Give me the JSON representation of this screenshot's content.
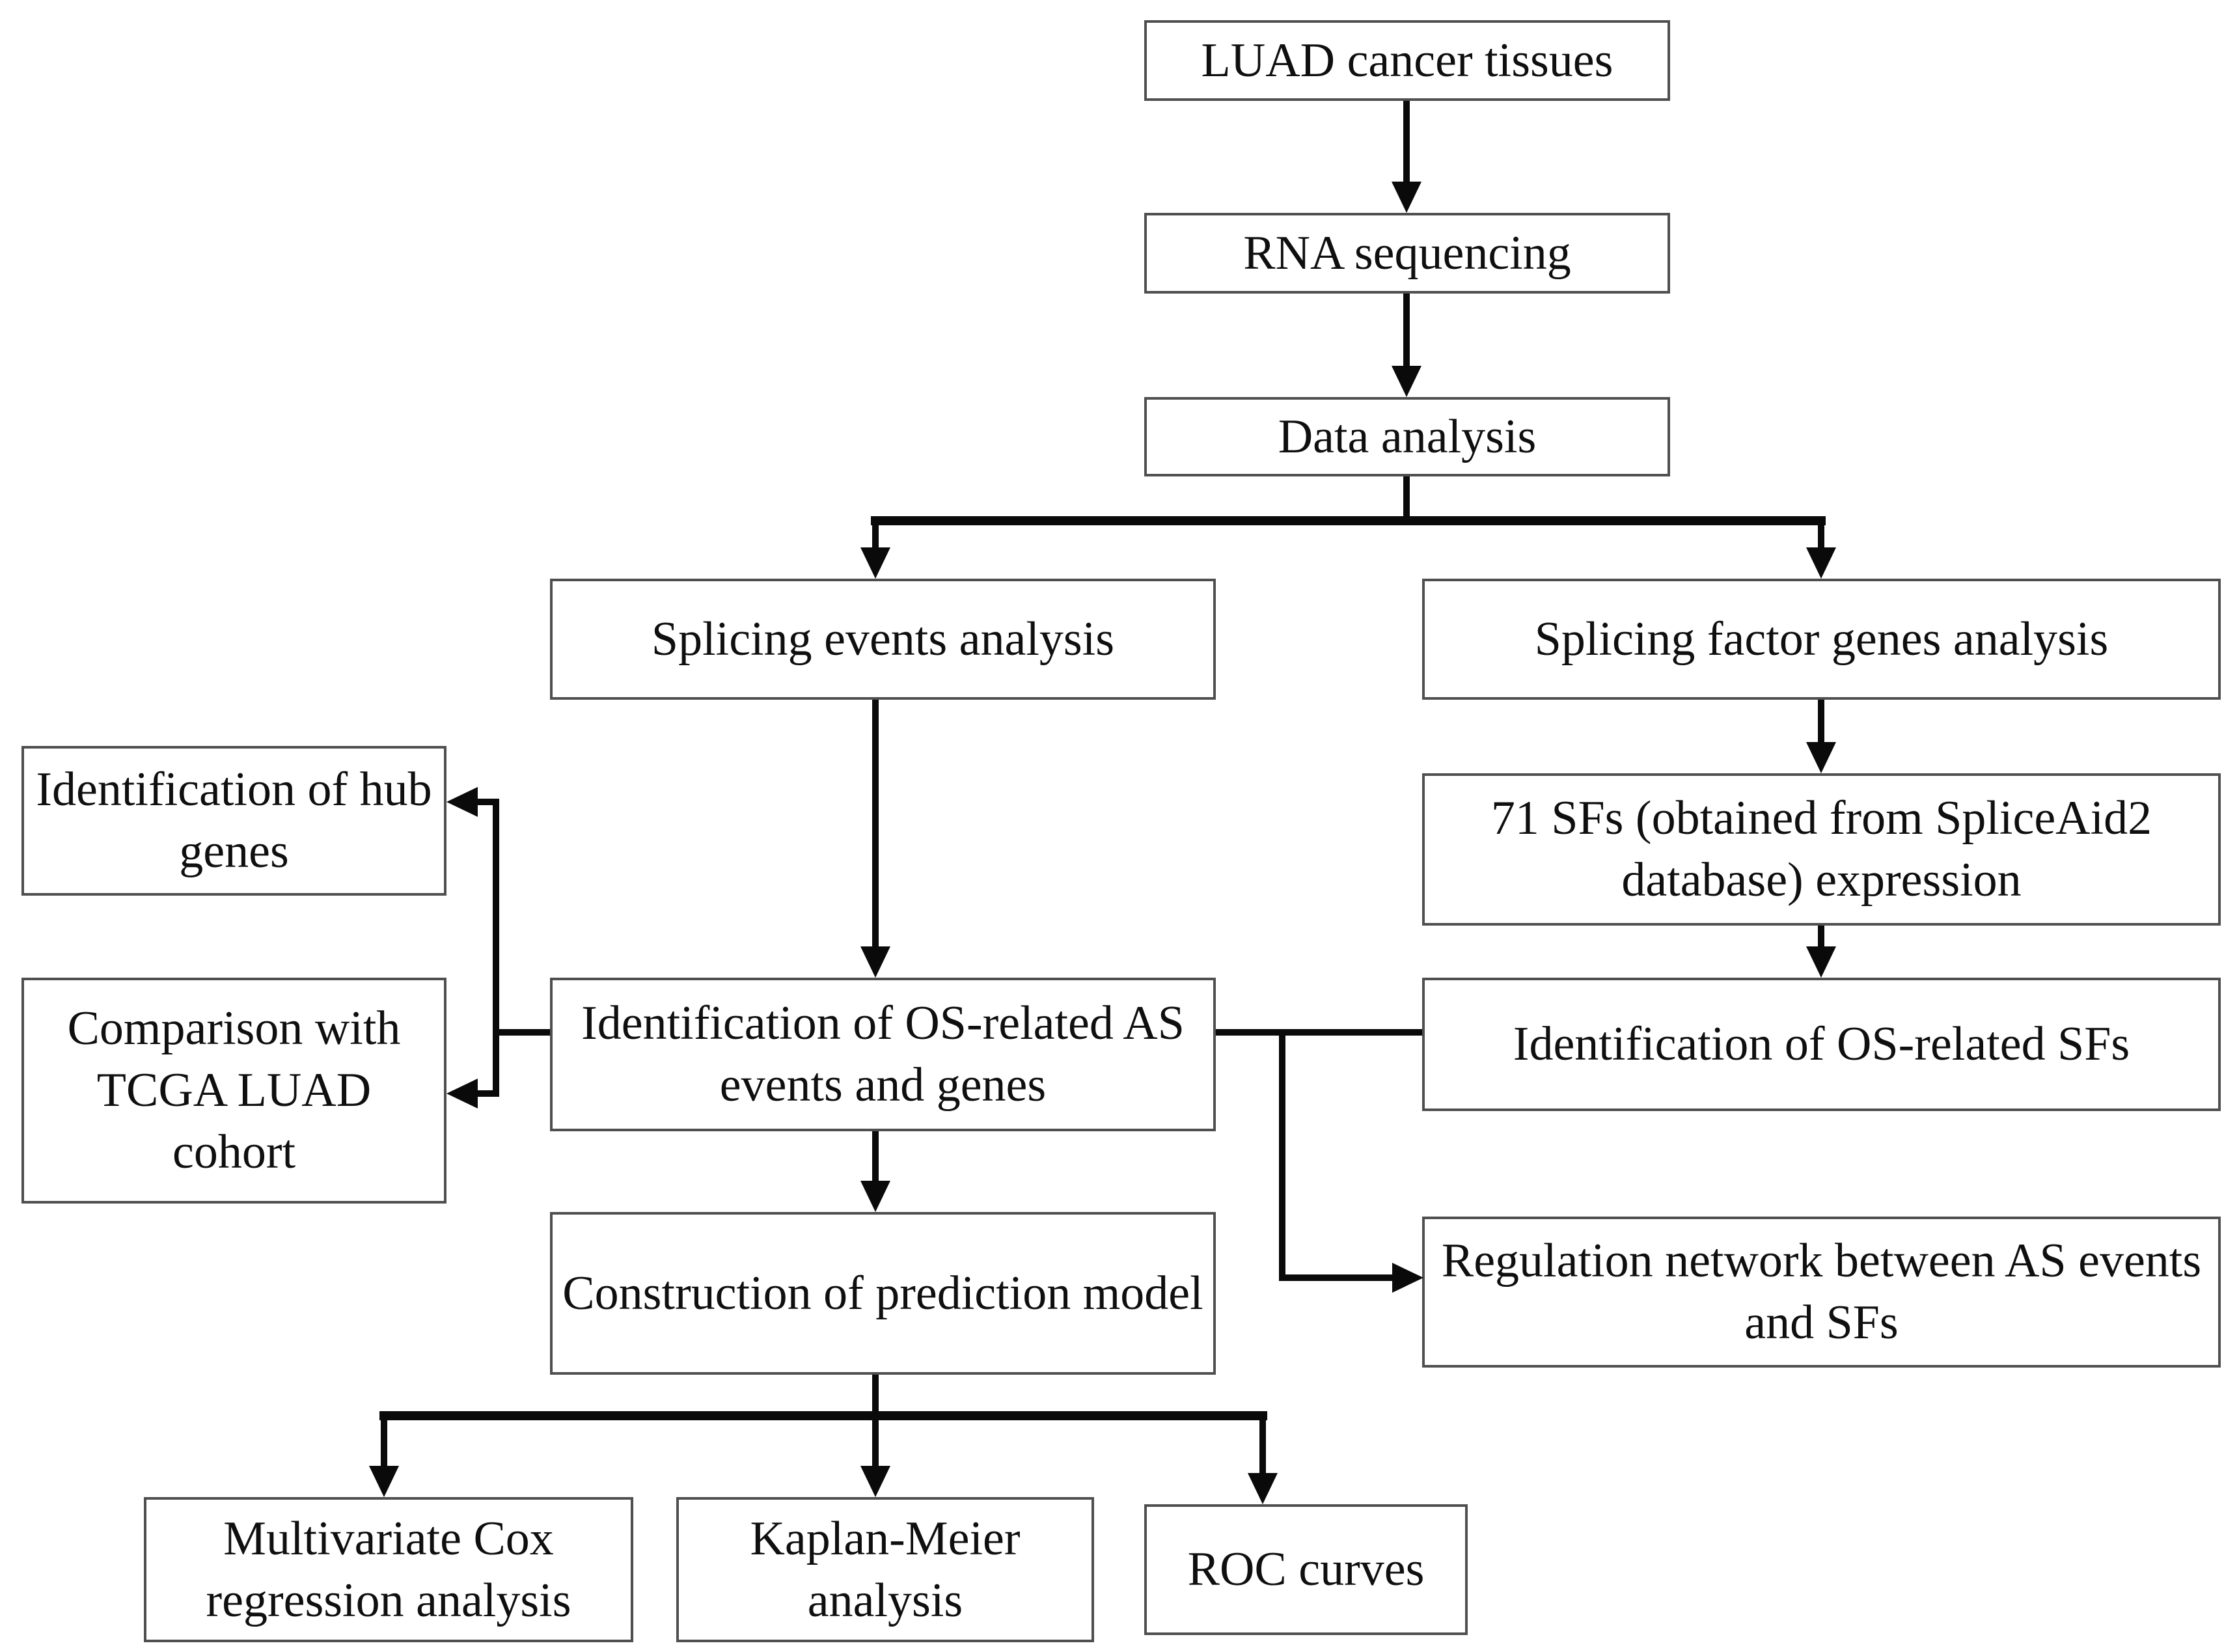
{
  "figure": {
    "type": "flowchart",
    "background_color": "#ffffff",
    "line_color": "#0a0a0a",
    "box_border_color": "#4f4f4f",
    "text_color": "#0f0f0f"
  },
  "nodes": {
    "luad": {
      "label": "LUAD cancer tissues"
    },
    "rna": {
      "label": "RNA sequencing"
    },
    "data": {
      "label": "Data analysis"
    },
    "splicing_events": {
      "label": "Splicing events analysis"
    },
    "splicing_factor_genes": {
      "label": "Splicing factor genes analysis"
    },
    "sfs_expression": {
      "label": "71 SFs (obtained from SpliceAid2 database) expression"
    },
    "os_related_as": {
      "label": "Identification of OS-related AS events and genes"
    },
    "os_related_sfs": {
      "label": "Identification of OS-related SFs"
    },
    "hub_genes": {
      "label": "Identification of hub genes"
    },
    "tcga_comparison": {
      "label": "Comparison with TCGA LUAD cohort"
    },
    "prediction_model": {
      "label": "Construction of prediction model"
    },
    "regulation_network": {
      "label": "Regulation network between AS events and SFs"
    },
    "multivariate_cox": {
      "label": "Multivariate Cox regression analysis"
    },
    "kaplan_meier": {
      "label": "Kaplan-Meier analysis"
    },
    "roc_curves": {
      "label": "ROC curves"
    }
  },
  "edges": [
    {
      "from": "luad",
      "to": "rna",
      "style": "arrow"
    },
    {
      "from": "rna",
      "to": "data",
      "style": "arrow"
    },
    {
      "from": "data",
      "to": "splicing_events",
      "style": "arrow"
    },
    {
      "from": "data",
      "to": "splicing_factor_genes",
      "style": "arrow"
    },
    {
      "from": "splicing_events",
      "to": "os_related_as",
      "style": "arrow"
    },
    {
      "from": "splicing_factor_genes",
      "to": "sfs_expression",
      "style": "arrow"
    },
    {
      "from": "sfs_expression",
      "to": "os_related_sfs",
      "style": "arrow"
    },
    {
      "from": "os_related_as",
      "to": "hub_genes",
      "style": "arrow"
    },
    {
      "from": "os_related_as",
      "to": "tcga_comparison",
      "style": "arrow"
    },
    {
      "from": "os_related_as",
      "to": "os_related_sfs",
      "style": "line"
    },
    {
      "from": "os_related_as",
      "to": "regulation_network",
      "style": "arrow"
    },
    {
      "from": "os_related_as",
      "to": "prediction_model",
      "style": "arrow"
    },
    {
      "from": "prediction_model",
      "to": "multivariate_cox",
      "style": "arrow"
    },
    {
      "from": "prediction_model",
      "to": "kaplan_meier",
      "style": "arrow"
    },
    {
      "from": "prediction_model",
      "to": "roc_curves",
      "style": "arrow"
    }
  ]
}
